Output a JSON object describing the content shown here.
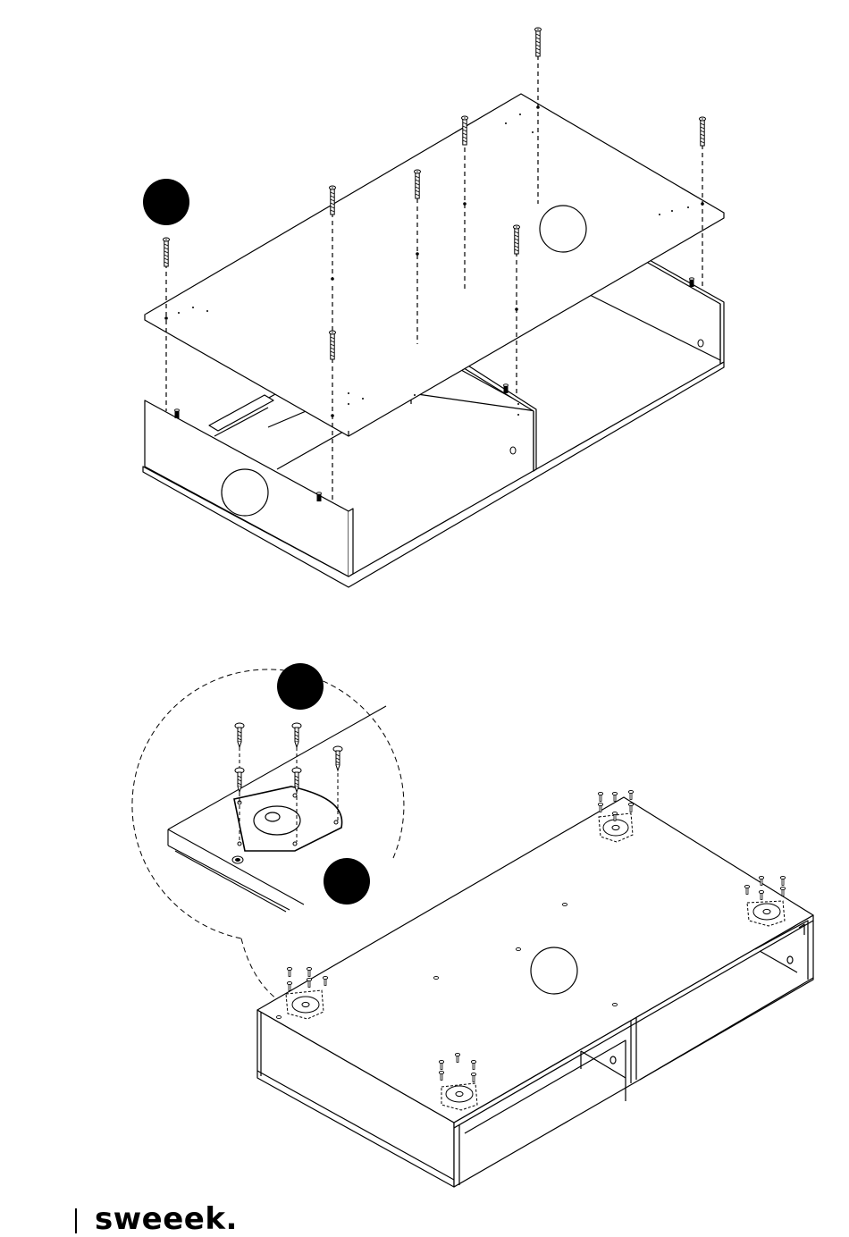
{
  "brand": {
    "name": "sweeek."
  },
  "diagram": {
    "step_markers": [
      {
        "id": "top-step-marker",
        "fill": "#000000"
      },
      {
        "id": "detail-step-marker-a",
        "fill": "#000000"
      },
      {
        "id": "detail-step-marker-b",
        "fill": "#000000"
      }
    ],
    "hardware_callouts": [
      {
        "id": "top-callout",
        "fill": "#ffffff"
      },
      {
        "id": "front-callout",
        "fill": "#ffffff"
      },
      {
        "id": "bottom-callout",
        "fill": "#ffffff"
      }
    ],
    "line_color": "#000000",
    "background": "#ffffff"
  }
}
